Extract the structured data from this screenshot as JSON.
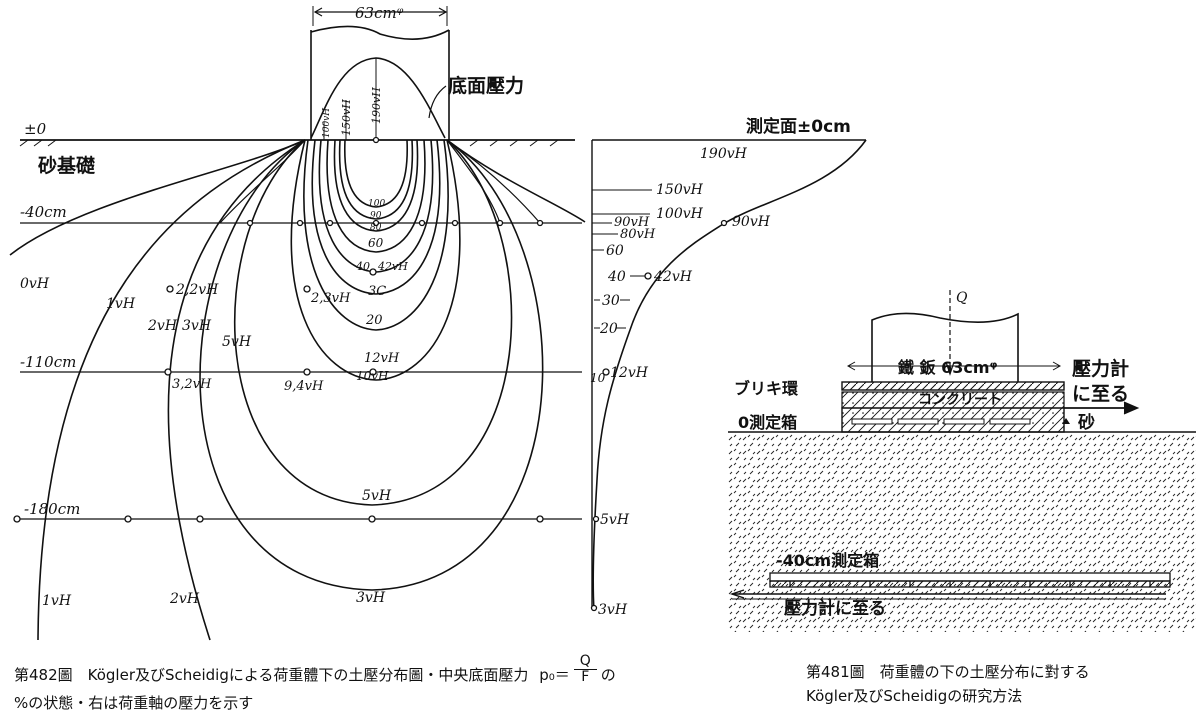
{
  "left_diagram": {
    "width_label": "63cmᵠ",
    "pressure_title": "底面壓力",
    "base_labels": [
      "100vH",
      "150vH",
      "190vH"
    ],
    "ground_level": "±0",
    "foundation": "砂基礎",
    "depth_labels": [
      "-40cm",
      "-110cm",
      "-180cm"
    ],
    "center_values": [
      "100",
      "90",
      "80",
      "60",
      "40",
      "42vH",
      "3C",
      "20",
      "12vH",
      "10vH",
      "5vH",
      "3vH"
    ],
    "curve_labels": [
      "0vH",
      "1vH",
      "2vH",
      "3vH",
      "5vH",
      "2,2vH",
      "2,3vH",
      "3,2vH",
      "9,4vH",
      "1vH",
      "2vH"
    ]
  },
  "axis_plot": {
    "title": "測定面±0cm",
    "curve_labels": [
      "190vH",
      "150vH",
      "100vH",
      "90vH",
      "80vH",
      "90vH",
      "42vH",
      "12vH",
      "5vH",
      "3vH"
    ],
    "ticks": [
      "60",
      "40",
      "30",
      "20",
      "10"
    ]
  },
  "apparatus": {
    "load": "Q",
    "plate": "鐵 鈑 63cmᵠ",
    "gauge_label_1": "壓力計",
    "gauge_label_2": "に至る",
    "ring": "ブリキ環",
    "concrete": "コンクリート",
    "box_top": "0測定箱",
    "sand": "砂",
    "box_bottom": "-40cm測定箱",
    "gauge_bottom": "壓力計に至る"
  },
  "captions": {
    "left_line1": "第482圖　Kögler及びScheidigによる荷重體下の土壓分布圖・中央底面壓力",
    "p0": "p₀＝",
    "frac_num": "Q",
    "frac_den": "F",
    "left_suffix": "の",
    "left_line2": "%の状態・右は荷重軸の壓力を示す",
    "right_line1": "第481圖　荷重體の下の土壓分布に對する",
    "right_line2": "Kögler及びScheidigの研究方法"
  }
}
